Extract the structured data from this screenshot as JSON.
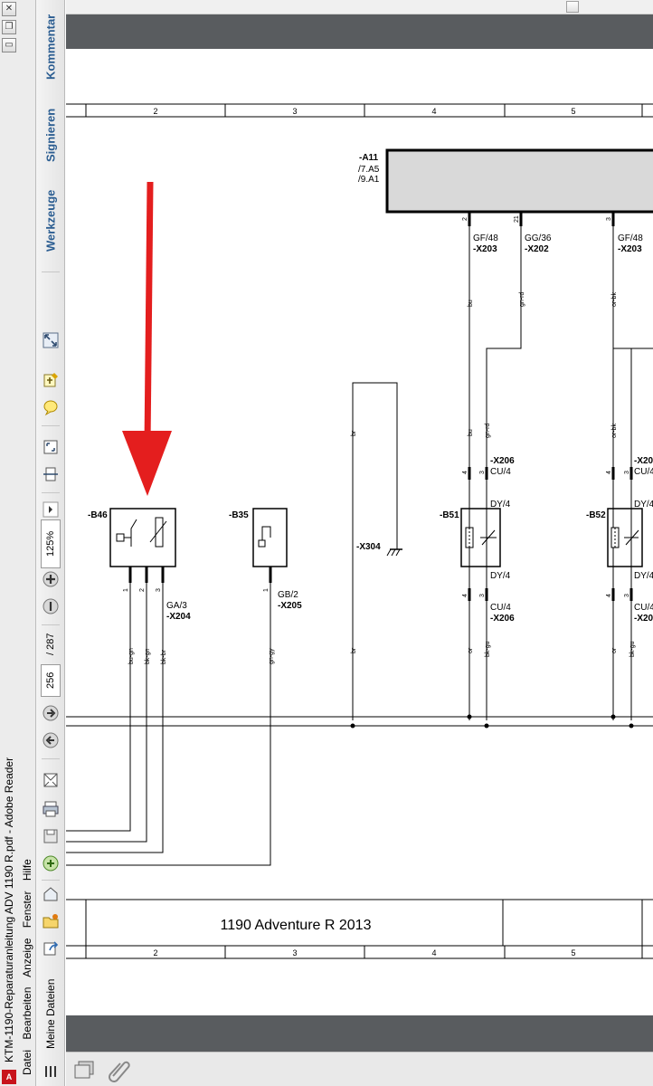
{
  "window": {
    "title": "KTM-1190-Reparaturanleitung ADV 1190 R.pdf - Adobe Reader",
    "app_icon": "pdf-icon",
    "controls": [
      "close-icon",
      "restore-icon",
      "minimize-icon"
    ]
  },
  "menu": [
    "Datei",
    "Bearbeiten",
    "Anzeige",
    "Fenster",
    "Hilfe"
  ],
  "toolbar": {
    "meine_dateien": "Meine Dateien",
    "page_current": "256",
    "page_total": "/ 287",
    "zoom": "125%",
    "tabs": [
      "Werkzeuge",
      "Signieren",
      "Kommentar"
    ]
  },
  "drawing": {
    "grid_columns": [
      "2",
      "3",
      "4",
      "5"
    ],
    "footer_title": "1190 Adventure R   2013",
    "a11": {
      "label": "-A11",
      "refs": [
        "/7.A5",
        "/9.A1"
      ],
      "pins": [
        "2",
        "21",
        "3"
      ]
    },
    "connectors": [
      {
        "name": "GF/48",
        "ref": "-X203"
      },
      {
        "name": "GG/36",
        "ref": "-X202"
      },
      {
        "name": "GF/48",
        "ref": "-X203"
      },
      {
        "name": "GA/3",
        "ref": "-X204"
      },
      {
        "name": "GB/2",
        "ref": "-X205"
      },
      {
        "name": "CU/4",
        "ref": "-X206"
      },
      {
        "name": "CU/4",
        "ref": "-X206"
      },
      {
        "name": "DY/4",
        "ref": ""
      },
      {
        "name": "DY/4",
        "ref": ""
      },
      {
        "name": "CU/4",
        "ref": "-X20"
      },
      {
        "name": "DY/4",
        "ref": ""
      },
      {
        "name": "DY/4",
        "ref": ""
      },
      {
        "name": "CU/4",
        "ref": "-X20"
      }
    ],
    "components": [
      "-B46",
      "-B35",
      "-B51",
      "-B52",
      "-X304"
    ],
    "wire_colors": [
      "bu",
      "gn-rd",
      "or-bk",
      "br",
      "bu-gn",
      "bk-gn",
      "bk-br",
      "gn-gy",
      "or",
      "bk-gu",
      "bu",
      "gn-rd",
      "or-bk"
    ],
    "pin_numbers": [
      "1",
      "2",
      "3",
      "1",
      "4",
      "3",
      "4",
      "3",
      "4",
      "3",
      "4",
      "3"
    ],
    "arrow_color": "#e41e1e"
  }
}
